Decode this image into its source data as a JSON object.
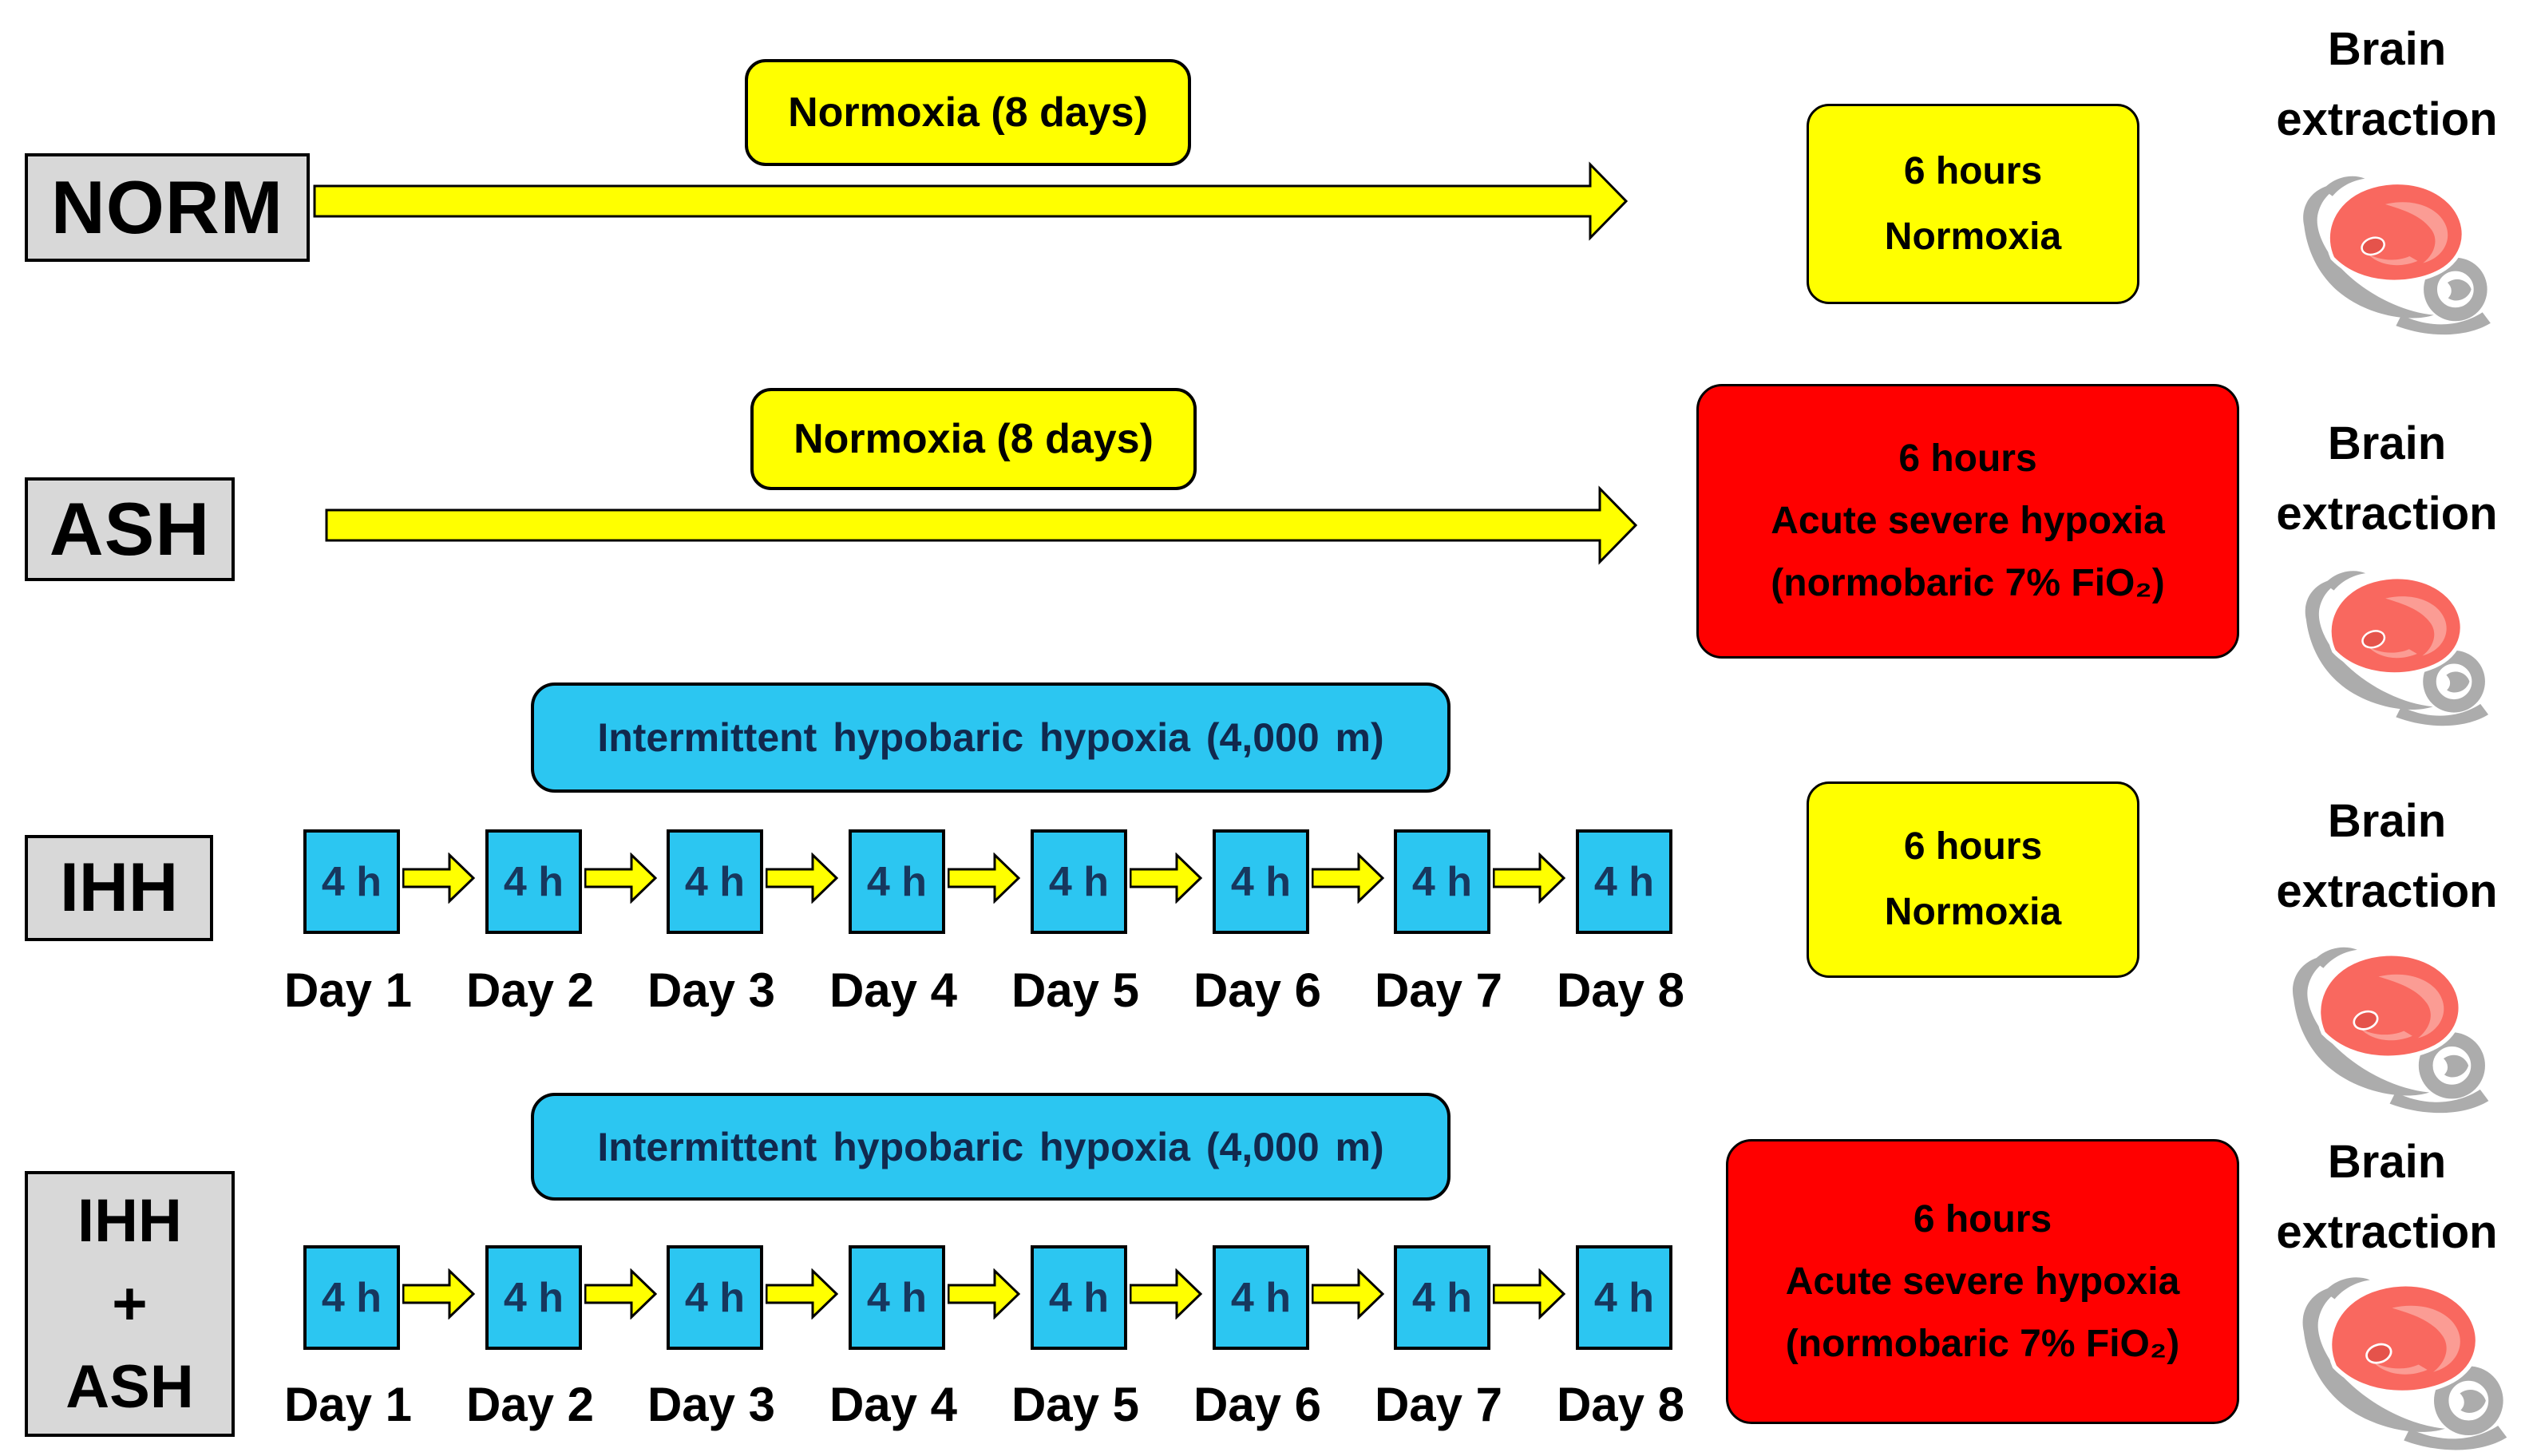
{
  "colors": {
    "yellow": "#FFFF00",
    "red": "#FF0000",
    "cyan": "#2CC6F1",
    "gray_label": "#D8D8D8",
    "session_text": "#17375E"
  },
  "normoxia_phase_label": "Normoxia (8 days)",
  "ihh_phase_label": "Intermittent hypobaric hypoxia (4,000 m)",
  "session_label": "4 h",
  "days": [
    "Day 1",
    "Day 2",
    "Day 3",
    "Day 4",
    "Day 5",
    "Day 6",
    "Day 7",
    "Day 8"
  ],
  "brain_extraction": {
    "line1": "Brain",
    "line2": "extraction"
  },
  "groups": [
    {
      "label": "NORM",
      "outcome": {
        "type": "normoxia",
        "lines": [
          "6 hours",
          "Normoxia"
        ]
      }
    },
    {
      "label": "ASH",
      "outcome": {
        "type": "acute-severe-hypoxia",
        "lines": [
          "6 hours",
          "Acute severe hypoxia",
          "(normobaric 7% FiO₂)"
        ]
      }
    },
    {
      "label": "IHH",
      "outcome": {
        "type": "normoxia",
        "lines": [
          "6 hours",
          "Normoxia"
        ]
      }
    },
    {
      "label_lines": [
        "IHH",
        "+",
        "ASH"
      ],
      "outcome": {
        "type": "acute-severe-hypoxia",
        "lines": [
          "6 hours",
          "Acute severe hypoxia",
          "(normobaric 7% FiO₂)"
        ]
      }
    }
  ]
}
